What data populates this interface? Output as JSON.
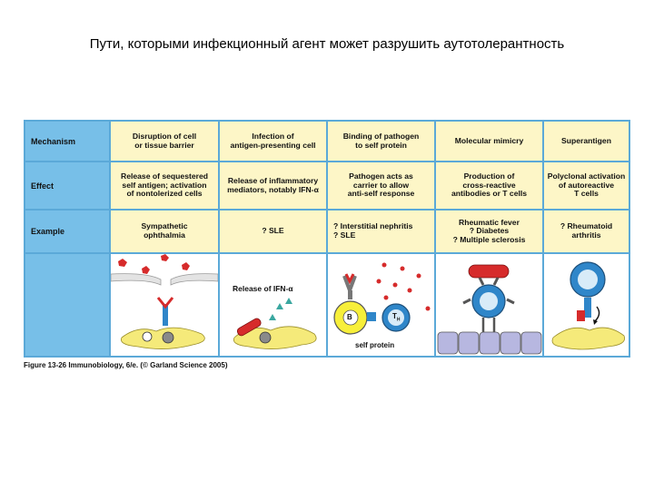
{
  "slide": {
    "title": "Пути, которыми инфекционный агент может разрушить аутотолерантность"
  },
  "table": {
    "row_labels": [
      "Mechanism",
      "Effect",
      "Example"
    ],
    "mechanism": [
      "Disruption of cell\nor tissue barrier",
      "Infection of\nantigen-presenting cell",
      "Binding of pathogen\nto self protein",
      "Molecular mimicry",
      "Superantigen"
    ],
    "effect": [
      "Release of sequestered\nself antigen; activation\nof nontolerized cells",
      "Release of inflammatory\nmediators, notably IFN-α",
      "Pathogen acts as\ncarrier to allow\nanti-self response",
      "Production of\ncross-reactive\nantibodies or T cells",
      "Polyclonal activation\nof autoreactive\nT cells"
    ],
    "example": [
      "Sympathetic\nophthalmia",
      "? SLE",
      "? Interstitial nephritis\n? SLE",
      "Rheumatic fever\n? Diabetes\n? Multiple sclerosis",
      "? Rheumatoid arthritis"
    ]
  },
  "illustrations": {
    "ifn_label": "Release of IFN-α",
    "b_cell_label": "B",
    "t_cell_label": "T",
    "t_cell_sub": "H",
    "self_protein_label": "self protein"
  },
  "caption": "Figure 13-26 Immunobiology, 6/e. (© Garland Science 2005)",
  "colors": {
    "frame": "#5ba9d8",
    "label_cell": "#77bfe8",
    "text_cell": "#fdf6c7",
    "pathogen": "#d62b2b",
    "t_cell": "#2f86c9",
    "apc": "#f5ea7a",
    "epithelium": "#b7b7e0"
  }
}
